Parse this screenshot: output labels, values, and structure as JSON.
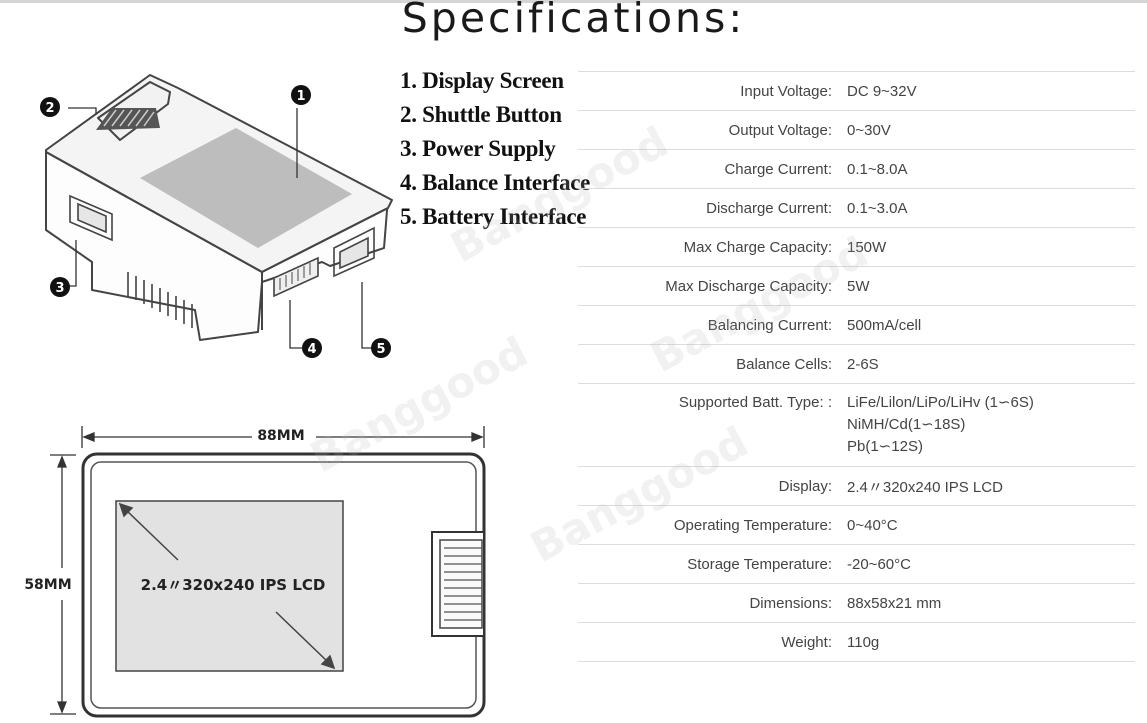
{
  "title": "Specifications:",
  "legend": [
    "1. Display Screen",
    "2. Shuttle Button",
    "3. Power Supply",
    "4. Balance Interface",
    "5. Battery Interface"
  ],
  "callouts": [
    "1",
    "2",
    "3",
    "4",
    "5"
  ],
  "dimensions": {
    "width": "88MM",
    "height": "58MM",
    "screen": "2.4〃320x240 IPS LCD"
  },
  "watermark": "Banggood",
  "specs": [
    {
      "label": "Input Voltage:",
      "value": "DC 9~32V"
    },
    {
      "label": "Output Voltage:",
      "value": "0~30V"
    },
    {
      "label": "Charge Current:",
      "value": "0.1~8.0A"
    },
    {
      "label": "Discharge Current:",
      "value": "0.1~3.0A"
    },
    {
      "label": "Max Charge Capacity:",
      "value": "150W"
    },
    {
      "label": "Max Discharge Capacity:",
      "value": "5W"
    },
    {
      "label": "Balancing Current:",
      "value": "500mA/cell"
    },
    {
      "label": "Balance Cells:",
      "value": "2-6S"
    },
    {
      "label": "Supported Batt. Type: :",
      "values": [
        "LiFe/Lilon/LiPo/LiHv (1∽6S)",
        "NiMH/Cd(1∽18S)",
        "Pb(1∽12S)"
      ]
    },
    {
      "label": "Display:",
      "value": "2.4〃320x240 IPS LCD"
    },
    {
      "label": "Operating Temperature:",
      "value": "0~40°C"
    },
    {
      "label": "Storage Temperature:",
      "value": "-20~60°C"
    },
    {
      "label": "Dimensions:",
      "value": "88x58x21 mm"
    },
    {
      "label": "Weight:",
      "value": "110g"
    }
  ]
}
